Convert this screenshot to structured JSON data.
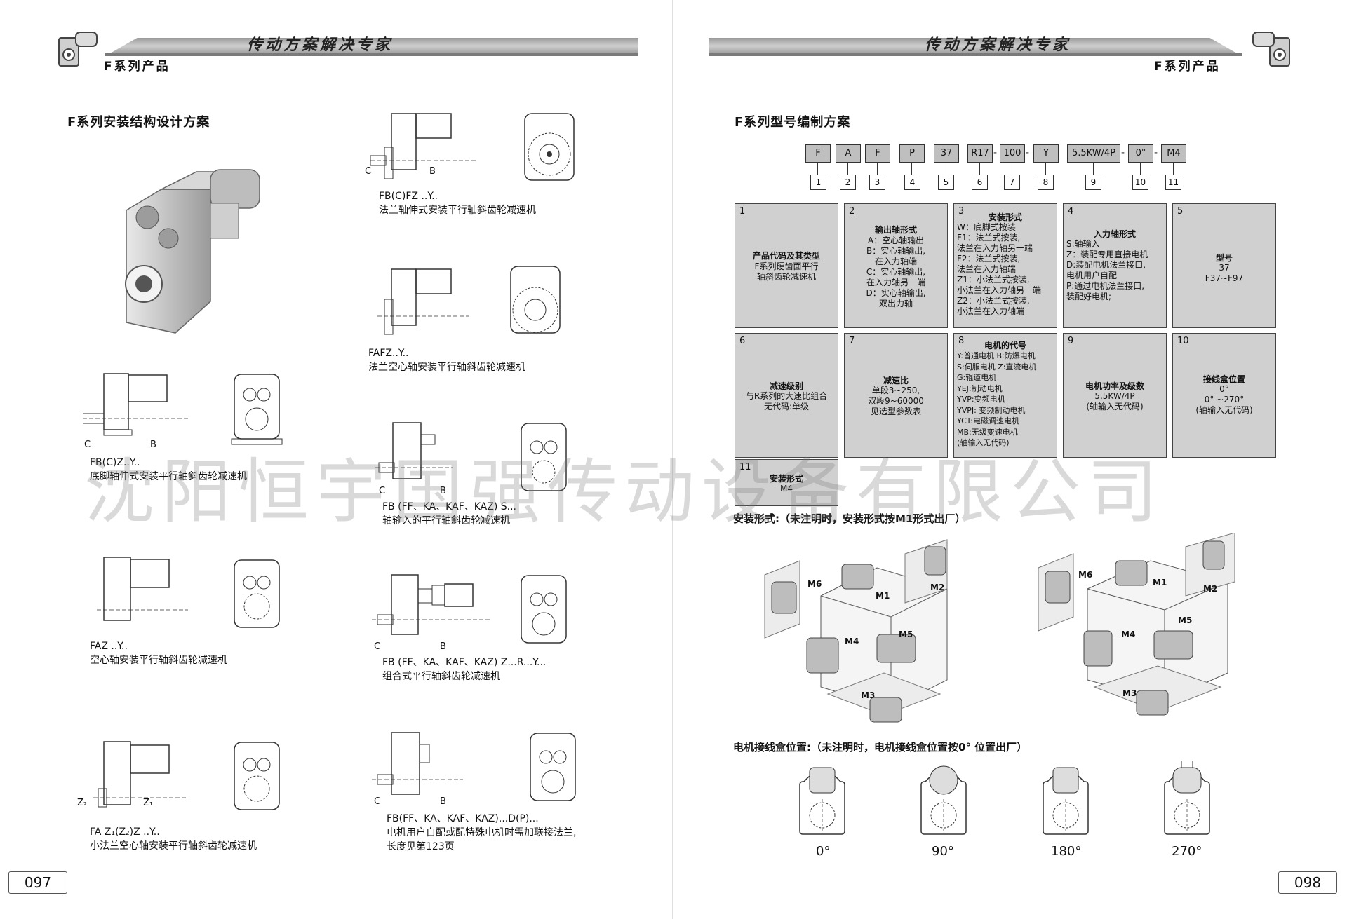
{
  "header": {
    "slogan_left": "传动方案解决专家",
    "slogan_right": "传动方案解决专家",
    "series_left": "F系列产品",
    "series_right": "F系列产品"
  },
  "left_page": {
    "section_title": "F系列安装结构设计方案",
    "configs": [
      {
        "code": "FB(C)FZ ..Y..",
        "desc": "法兰轴伸式安装平行轴斜齿轮减速机",
        "label_a": "C",
        "label_b": "B"
      },
      {
        "code": "FAFZ..Y..",
        "desc": "法兰空心轴安装平行轴斜齿轮减速机"
      },
      {
        "code": "FB(C)Z..Y..",
        "desc": "底脚轴伸式安装平行轴斜齿轮减速机",
        "label_a": "C",
        "label_b": "B"
      },
      {
        "code": "FB (FF、KA、KAF、KAZ) S...",
        "desc": "轴输入的平行轴斜齿轮减速机",
        "label_a": "C",
        "label_b": "B"
      },
      {
        "code": "FAZ ..Y..",
        "desc": "空心轴安装平行轴斜齿轮减速机"
      },
      {
        "code": "FB (FF、KA、KAF、KAZ) Z...R...Y...",
        "desc": "组合式平行轴斜齿轮减速机",
        "label_a": "C",
        "label_b": "B"
      },
      {
        "code": "FA Z₁(Z₂)Z ..Y..",
        "desc": "小法兰空心轴安装平行轴斜齿轮减速机",
        "label_a": "Z₂",
        "label_b": "Z₁"
      },
      {
        "code": "FB(FF、KA、KAF、KAZ)...D(P)...",
        "desc": "电机用户自配或配特殊电机时需加联接法兰,",
        "desc2": "长度见第123页",
        "label_a": "C",
        "label_b": "B"
      }
    ],
    "page_number": "097"
  },
  "right_page": {
    "section_title": "F系列型号编制方案",
    "code_boxes": [
      "F",
      "A",
      "F",
      "P",
      "37",
      "R17",
      "100",
      "Y",
      "5.5KW/4P",
      "0°",
      "M4"
    ],
    "code_numbers": [
      "1",
      "2",
      "3",
      "4",
      "5",
      "6",
      "7",
      "8",
      "9",
      "10",
      "11"
    ],
    "cells": [
      {
        "n": "1",
        "title": "产品代码及其类型",
        "body": "F系列硬齿面平行\n轴斜齿轮减速机"
      },
      {
        "n": "2",
        "title": "输出轴形式",
        "body": "A：空心轴输出\nB：实心轴输出,\n在入力轴端\nC：实心轴输出,\n在入力轴另一端\nD：实心轴输出,\n双出力轴"
      },
      {
        "n": "3",
        "title": "安装形式",
        "body": "W：底脚式按装\nF1：法兰式按装,\n法兰在入力轴另一端\nF2：法兰式按装,\n法兰在入力轴端\nZ1：小法兰式按装,\n小法兰在入力轴另一端\nZ2：小法兰式按装,\n小法兰在入力轴端"
      },
      {
        "n": "4",
        "title": "入力轴形式",
        "body": "S:轴输入\nZ：装配专用直接电机\nD:装配电机法兰接口,\n电机用户自配\nP:通过电机法兰接口,\n装配好电机;"
      },
      {
        "n": "5",
        "title": "型号",
        "body": "37\nF37~F97"
      },
      {
        "n": "6",
        "title": "减速级别",
        "body": "与R系列的大速比组合\n无代码:单级"
      },
      {
        "n": "7",
        "title": "减速比",
        "body": "单段3~250,\n双段9~60000\n见选型参数表"
      },
      {
        "n": "8",
        "title": "电机的代号",
        "body": "Y:普通电机  B:防爆电机\nS:伺服电机  Z:直流电机\nG:辊道电机\nYEJ:制动电机\nYVP:变频电机\nYVPJ: 变频制动电机\nYCT:电磁调速电机\nMB:无级变速电机\n(轴输入无代码)"
      },
      {
        "n": "9",
        "title": "电机功率及级数",
        "body": "5.5KW/4P\n(轴输入无代码)"
      },
      {
        "n": "10",
        "title": "接线盒位置",
        "body": "0°\n0° ~270°\n(轴输入无代码)"
      },
      {
        "n": "11",
        "title": "安装形式",
        "body": "M4"
      }
    ],
    "mount_title": "安装形式:（未注明时，安装形式按M1形式出厂）",
    "mount_labels": [
      "M6",
      "M1",
      "M2",
      "M4",
      "M5",
      "M3"
    ],
    "junction_title": "电机接线盒位置:（未注明时，电机接线盒位置按0° 位置出厂）",
    "junction_angles": [
      "0°",
      "90°",
      "180°",
      "270°"
    ],
    "page_number": "098"
  },
  "watermark": "沈阳恒宇国强传动设备有限公司"
}
